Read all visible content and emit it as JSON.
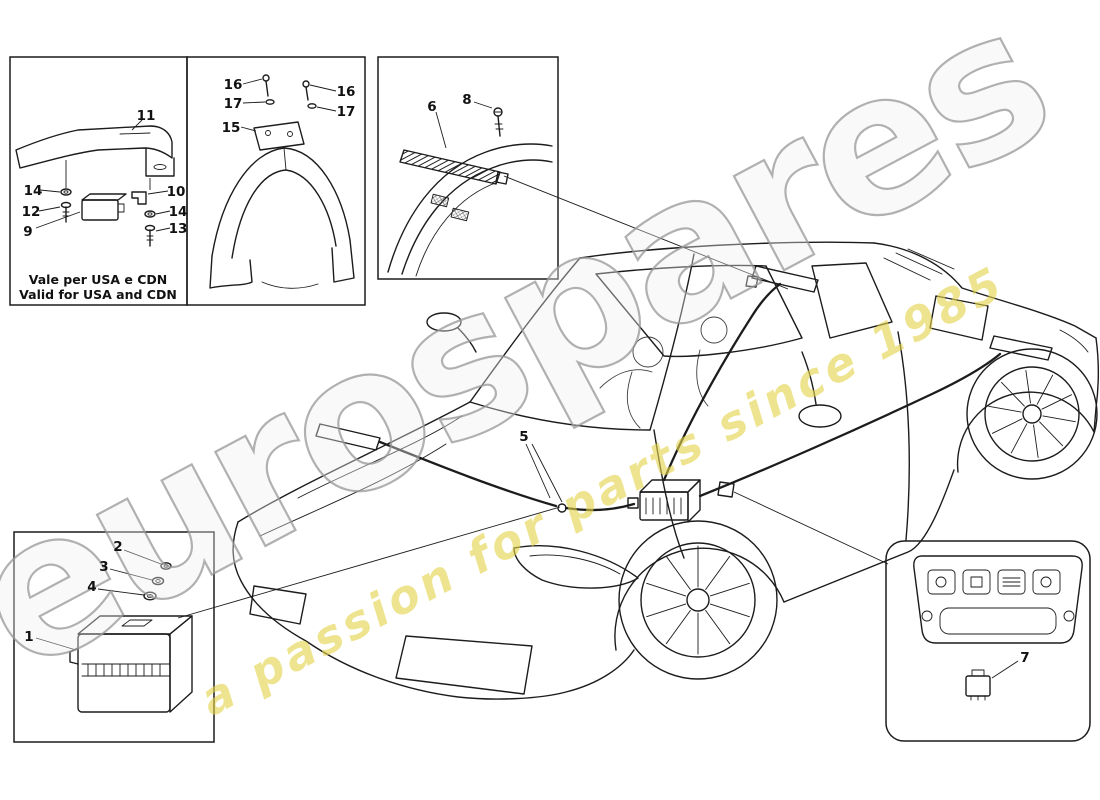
{
  "diagram": {
    "background": "#ffffff",
    "line_color": "#1c1c1c",
    "watermark": {
      "brand": "eurospares",
      "tagline": "a passion for parts since 1985",
      "brand_color": "#bfbfbf",
      "tagline_color": "#e4d34a"
    },
    "note": {
      "line1": "Vale per USA e CDN",
      "line2": "Valid for USA and CDN"
    },
    "labels": {
      "l1": "1",
      "l2": "2",
      "l3": "3",
      "l4": "4",
      "l5": "5",
      "l6": "6",
      "l7": "7",
      "l8": "8",
      "l9": "9",
      "l10": "10",
      "l11": "11",
      "l12": "12",
      "l13": "13",
      "l14a": "14",
      "l14b": "14",
      "l15": "15",
      "l16a": "16",
      "l16b": "16",
      "l17a": "17",
      "l17b": "17"
    }
  }
}
